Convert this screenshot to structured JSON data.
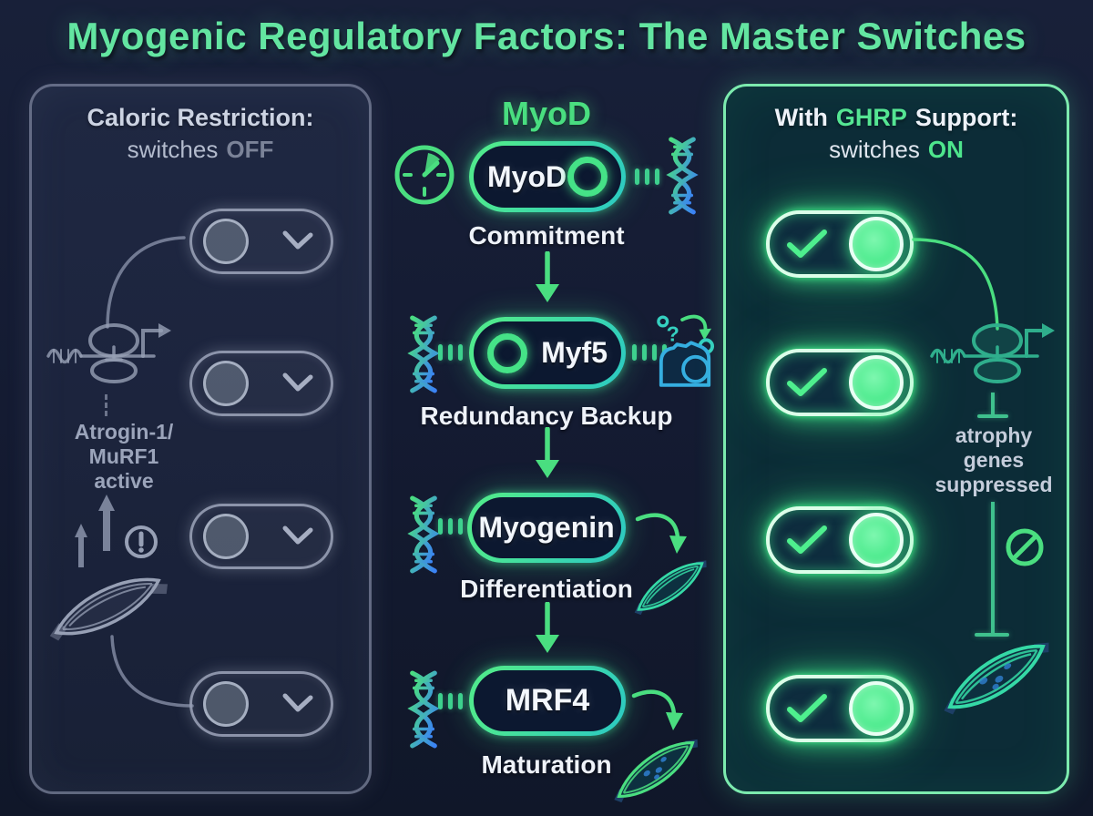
{
  "title": "Myogenic Regulatory Factors: The Master Switches",
  "left_panel": {
    "heading": {
      "line1": "Caloric Restriction:",
      "line2_prefix": "switches",
      "line2_state": "OFF"
    },
    "annotation": {
      "line1": "Atrogin-1/",
      "line2": "MuRF1",
      "line3": "active"
    },
    "switch_state": "off",
    "switch_count": 4,
    "icons": [
      "transcription-machinery-icon",
      "up-arrow-icon",
      "alert-icon",
      "muscle-fiber-icon",
      "chevron-down-icon"
    ]
  },
  "center_flow": {
    "heading": "MyoD",
    "stages": [
      {
        "factor": "MyoD",
        "stage_label": "Commitment",
        "left_icon": "clock-timer-icon",
        "right_icon": "dna-helix-icon",
        "knob_side": "right"
      },
      {
        "factor": "Myf5",
        "stage_label": "Redundancy Backup",
        "left_icon": "dna-helix-icon",
        "right_icon": "backup-machine-icon",
        "knob_side": "left"
      },
      {
        "factor": "Myogenin",
        "stage_label": "Differentiation",
        "left_icon": "dna-helix-icon",
        "right_icon": "muscle-fiber-icon",
        "knob_side": "none"
      },
      {
        "factor": "MRF4",
        "stage_label": "Maturation",
        "left_icon": "dna-helix-icon",
        "right_icon": "muscle-fiber-icon",
        "knob_side": "none"
      }
    ]
  },
  "right_panel": {
    "heading": {
      "line1_prefix": "With",
      "line1_accent": "GHRP",
      "line1_suffix": "Support:",
      "line2_prefix": "switches",
      "line2_state": "ON"
    },
    "annotation": {
      "line1": "atrophy",
      "line2": "genes",
      "line3": "suppressed"
    },
    "switch_state": "on",
    "switch_count": 4,
    "icons": [
      "check-icon",
      "transcription-machinery-icon",
      "no-entry-icon",
      "muscle-fiber-icon"
    ]
  },
  "colors": {
    "background": "#141b32",
    "title_green": "#63e5a1",
    "accent_green": "#46e588",
    "teal": "#2bc9c4",
    "switch_off_gray": "#9aa3b8",
    "text_white": "#eef2f9",
    "dna_blue": "#3b82f6",
    "panel_right_bg": "#0c2c37",
    "machine_blue": "#35aee0"
  }
}
